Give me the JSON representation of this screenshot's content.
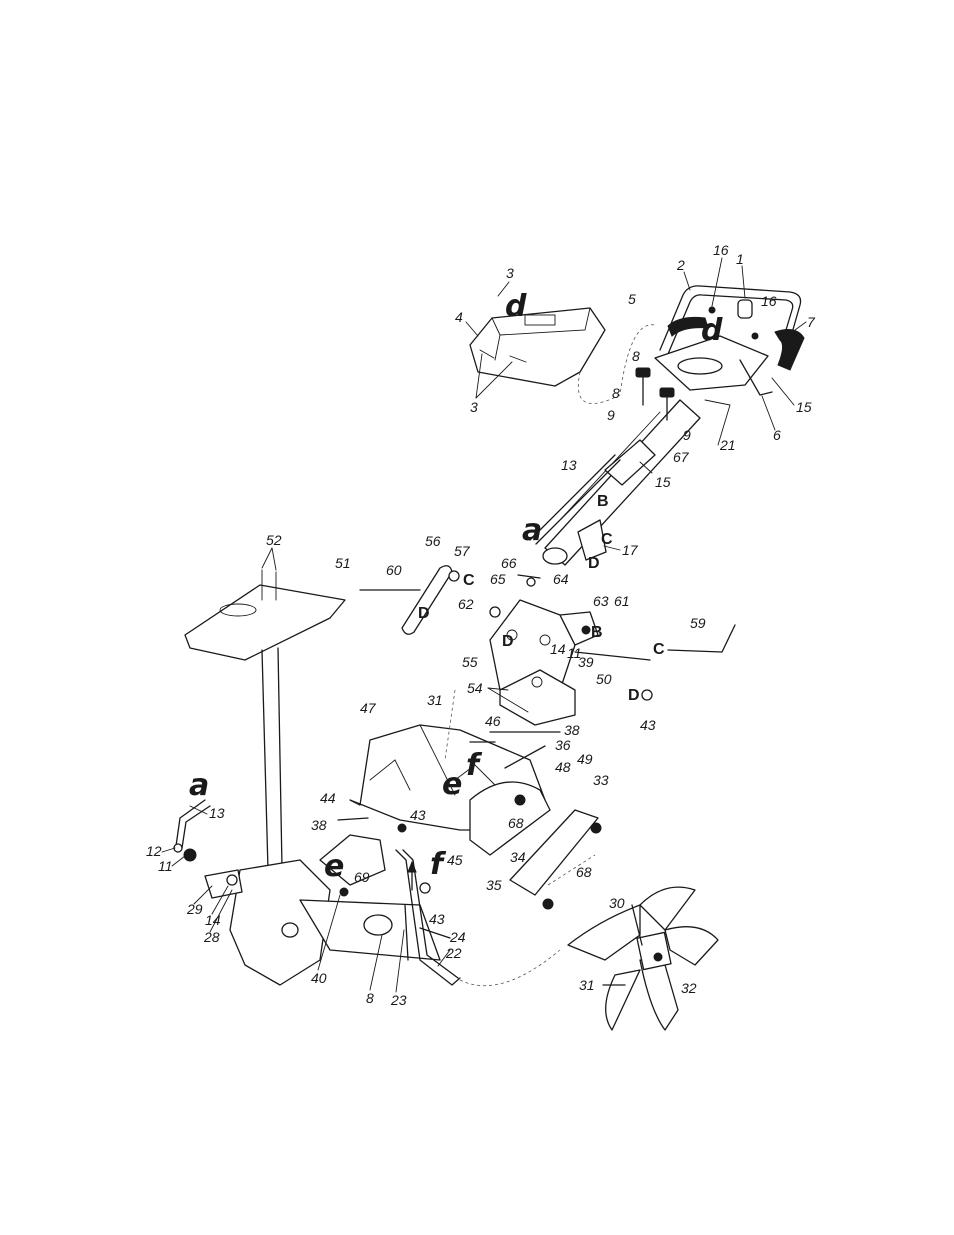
{
  "callouts": {
    "n1": "1",
    "n2": "2",
    "n3a": "3",
    "n3b": "3",
    "n4": "4",
    "n5": "5",
    "n6": "6",
    "n7": "7",
    "n8a": "8",
    "n8b": "8",
    "n8c": "8",
    "n9a": "9",
    "n9b": "9",
    "n11a": "11",
    "n11b": "11",
    "n12": "12",
    "n13a": "13",
    "n13b": "13",
    "n14a": "14",
    "n14b": "14",
    "n15a": "15",
    "n15b": "15",
    "n16a": "16",
    "n16b": "16",
    "n17": "17",
    "n21": "21",
    "n22": "22",
    "n23": "23",
    "n24": "24",
    "n28": "28",
    "n29": "29",
    "n30": "30",
    "n31a": "31",
    "n31b": "31",
    "n32": "32",
    "n33": "33",
    "n34": "34",
    "n35": "35",
    "n36": "36",
    "n38a": "38",
    "n38b": "38",
    "n39": "39",
    "n40": "40",
    "n43a": "43",
    "n43b": "43",
    "n43c": "43",
    "n44": "44",
    "n45": "45",
    "n46": "46",
    "n47": "47",
    "n48": "48",
    "n49": "49",
    "n50": "50",
    "n51": "51",
    "n52": "52",
    "n54": "54",
    "n55": "55",
    "n56": "56",
    "n57": "57",
    "n59": "59",
    "n60": "60",
    "n61": "61",
    "n62": "62",
    "n63": "63",
    "n64": "64",
    "n65": "65",
    "n66": "66",
    "n67": "67",
    "n68a": "68",
    "n68b": "68",
    "n69": "69"
  },
  "letters": {
    "B1": "B",
    "B2": "B",
    "C1": "C",
    "C2": "C",
    "C3": "C",
    "D1": "D",
    "D2": "D",
    "D3": "D",
    "D4": "D"
  },
  "markers": {
    "d1": "d",
    "d2": "d",
    "a1": "a",
    "a2": "a",
    "e1": "e",
    "e2": "e",
    "f1": "f",
    "f2": "f"
  }
}
